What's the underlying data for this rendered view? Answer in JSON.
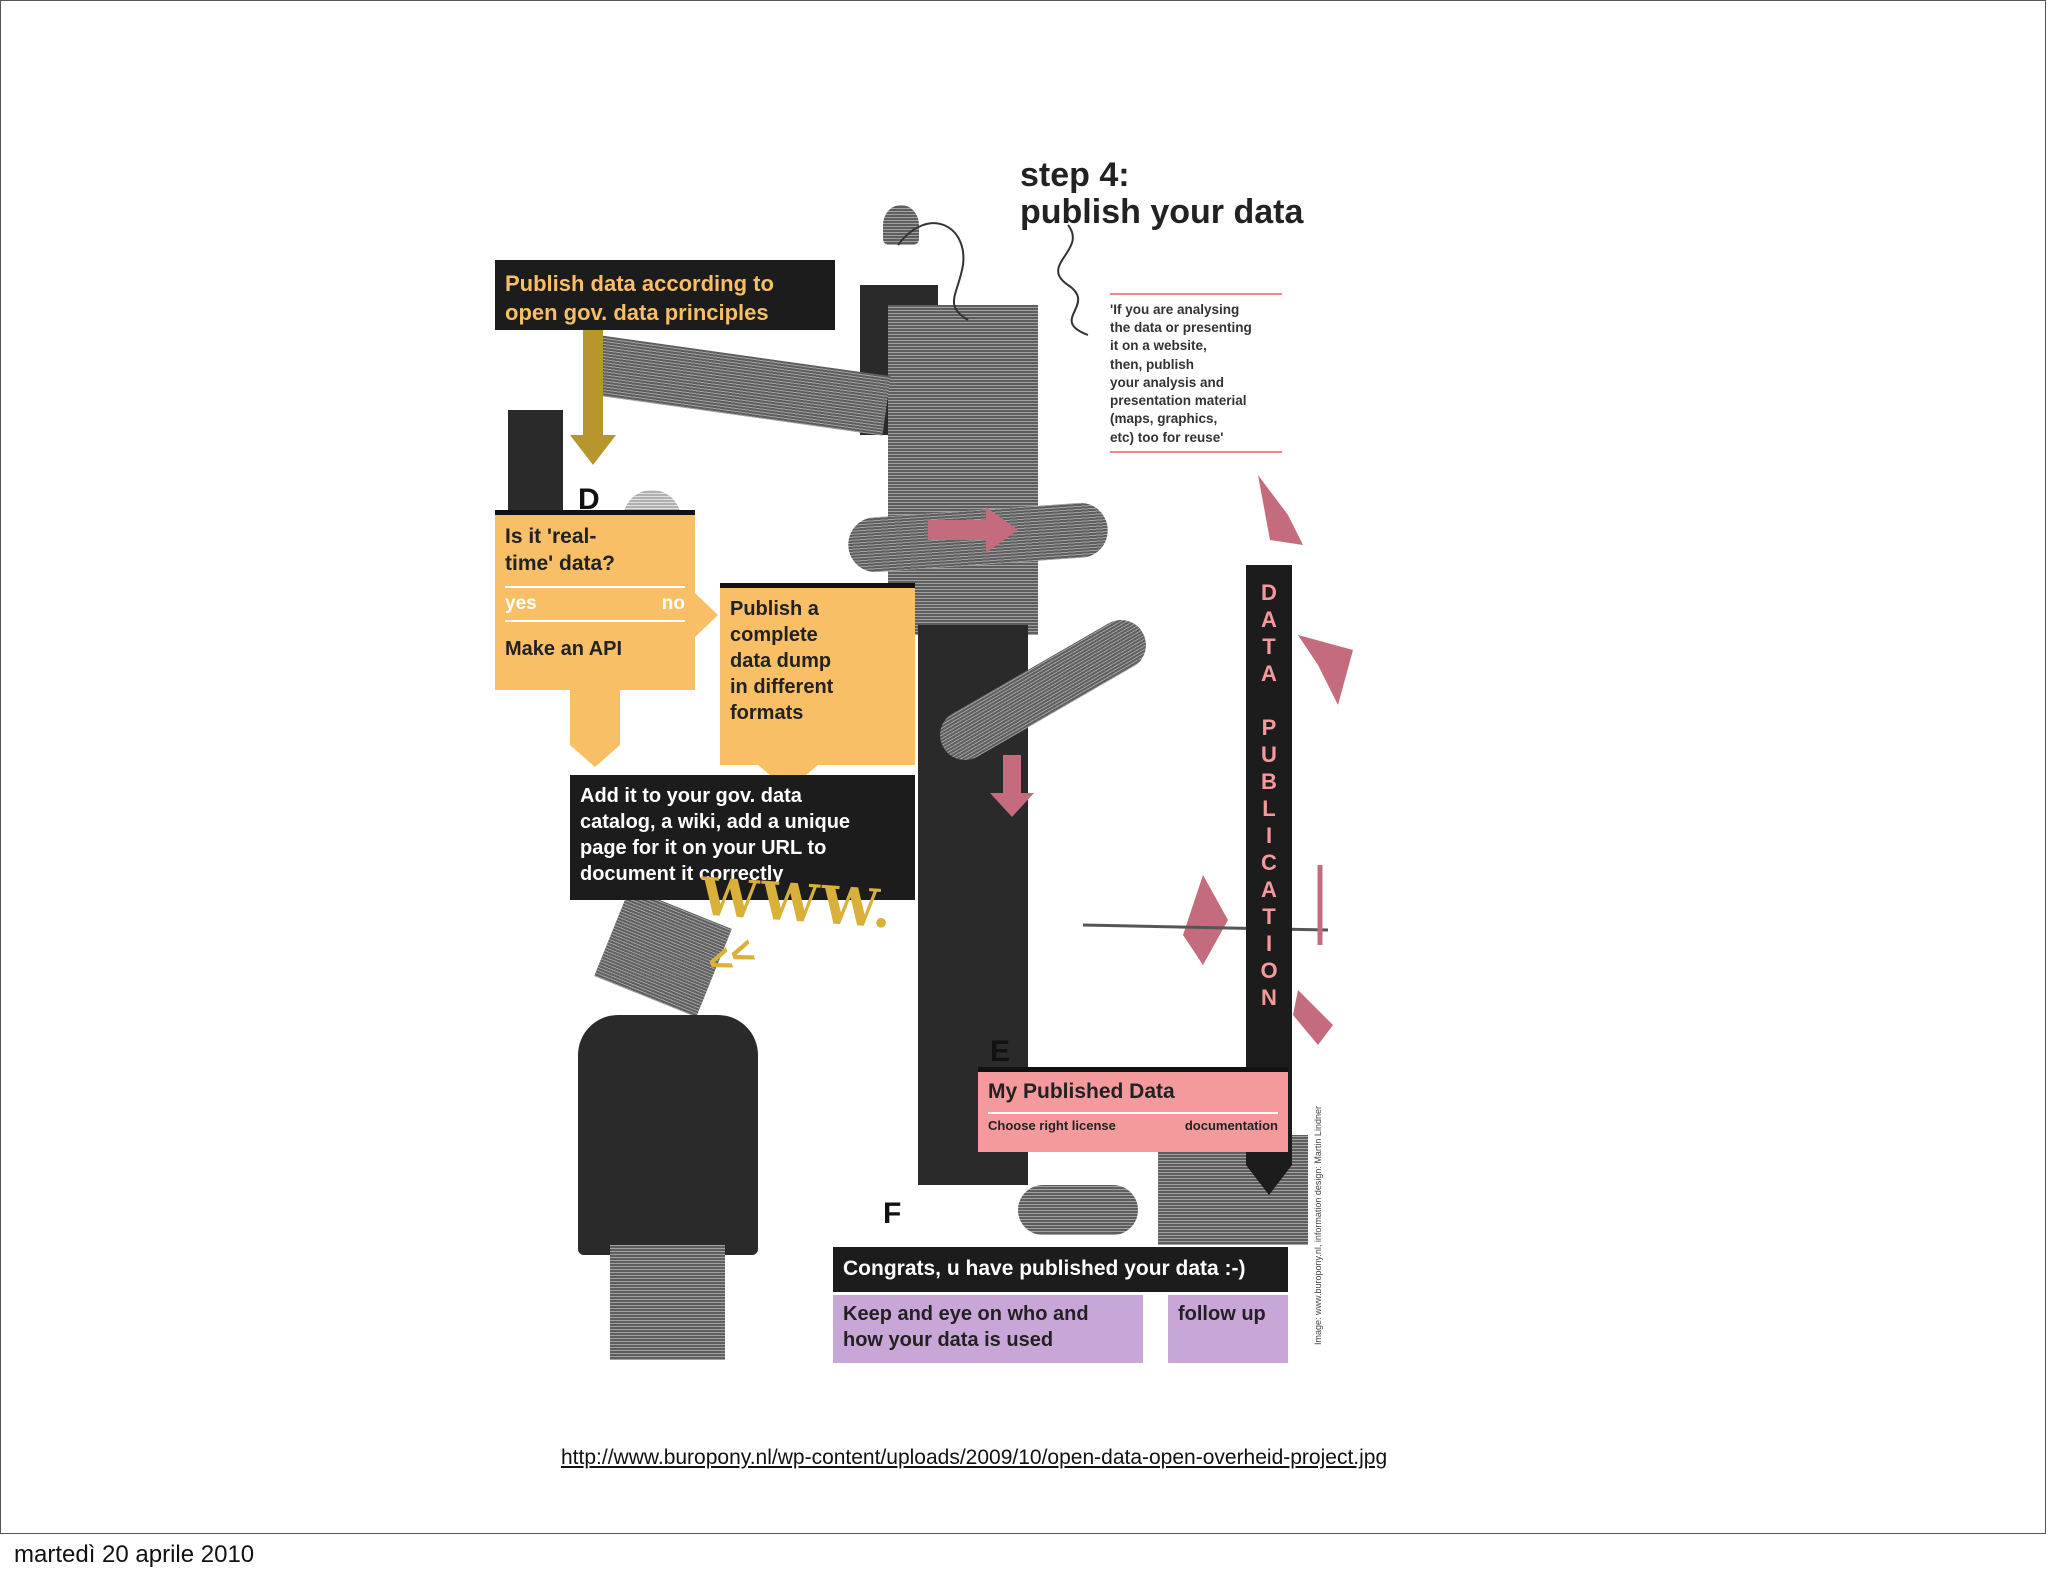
{
  "poster": {
    "title_line1": "step 4:",
    "title_line2": "publish your data",
    "quote_lines": [
      "'If you are analysing",
      "the data or presenting",
      "it on a website,",
      "then, publish",
      "your analysis and",
      "presentation material",
      "(maps, graphics,",
      "etc) too for reuse'"
    ],
    "box_principles": {
      "line1": "Publish data according to",
      "line2": "open gov. data principles"
    },
    "letter_d": "D",
    "question": {
      "line1": "Is it 'real-",
      "line2": "time' data?"
    },
    "yes_label": "yes",
    "no_label": "no",
    "make_api": "Make an API",
    "dump_lines": [
      "Publish a",
      "complete",
      "data dump",
      "in different",
      "formats"
    ],
    "catalog_lines": [
      "Add it to your gov. data",
      "catalog, a wiki, add a unique",
      "page for it on your URL to",
      "document it correctly"
    ],
    "www_text": "WWW.",
    "vertical_label": [
      "D",
      "A",
      "T",
      "A",
      "",
      "P",
      "U",
      "B",
      "L",
      "I",
      "C",
      "A",
      "T",
      "I",
      "O",
      "N"
    ],
    "letter_e": "E",
    "published_title": "My Published Data",
    "choose_license": "Choose right license",
    "documentation": "documentation",
    "letter_f": "F",
    "congrats": "Congrats, u have published your data :-)",
    "keep_eye_line1": "Keep and eye on who and",
    "keep_eye_line2": "how your data is used",
    "follow_up": "follow up",
    "credit": "Image: www.buropony.nl, information design: Martin Lindner"
  },
  "source_url": "http://www.buropony.nl/wp-content/uploads/2009/10/open-data-open-overheid-project.jpg",
  "footer_date": "martedì 20 aprile 2010",
  "colors": {
    "orange": "#f9bf66",
    "pink": "#f59a9c",
    "lilac": "#c9a6d8",
    "black_box": "#1c1c1c",
    "arrow_gold": "#b8962e",
    "arrow_pink": "#c46b7d",
    "quote_rule": "#f08a8a"
  }
}
